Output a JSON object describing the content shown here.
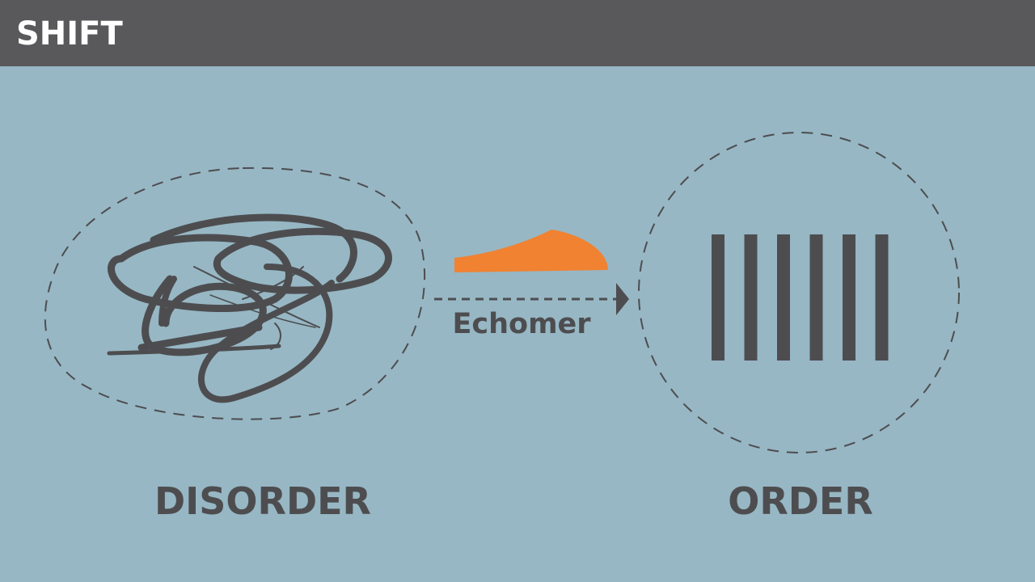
{
  "header": {
    "title": "SHIFT"
  },
  "diagram": {
    "agent_label": "Echomer",
    "left_state": {
      "label": "DISORDER",
      "icon": "tangled-scribble-icon"
    },
    "right_state": {
      "label": "ORDER",
      "icon": "vertical-bars-icon",
      "bar_count": 6
    },
    "transition": {
      "style": "dashed-arrow",
      "agent_icon": "orange-wedge-shape"
    }
  },
  "colors": {
    "background": "#97b7c4",
    "title_bar": "#59595b",
    "title_text": "#ffffff",
    "ink": "#4d4d50",
    "accent": "#f08232"
  }
}
